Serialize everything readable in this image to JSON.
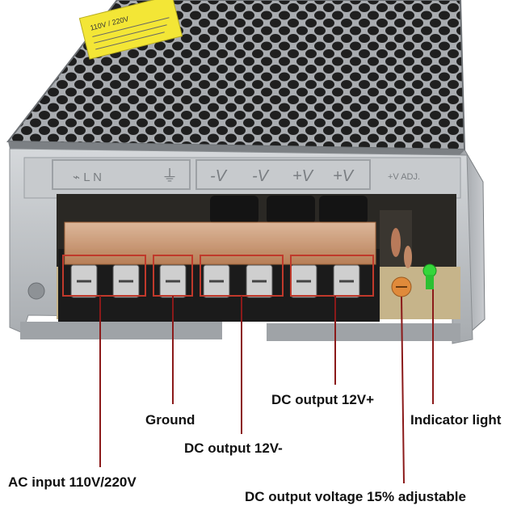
{
  "labels": {
    "ground": "Ground",
    "dc_output_negative": "DC output 12V-",
    "dc_output_positive": "DC output 12V+",
    "ac_input": "AC input 110V/220V",
    "indicator_light": "Indicator light",
    "voltage_adjust": "DC output voltage 15% adjustable"
  },
  "terminal_markings": {
    "ac_terminals": "⌁ L N",
    "ground": "⏚",
    "v_minus_1": "-V",
    "v_minus_2": "-V",
    "v_plus_1": "+V",
    "v_plus_2": "+V",
    "adj": "+V ADJ."
  },
  "sticker_text": "110V / 220V",
  "colors": {
    "callout_box": "#c0392b",
    "leader_line": "#8b1a1a",
    "led": "#35d63a",
    "metal": "#b9bcc0",
    "terminal_block": "#1b1b1b",
    "cover": "#e0a47a",
    "sticker": "#f3e636"
  }
}
